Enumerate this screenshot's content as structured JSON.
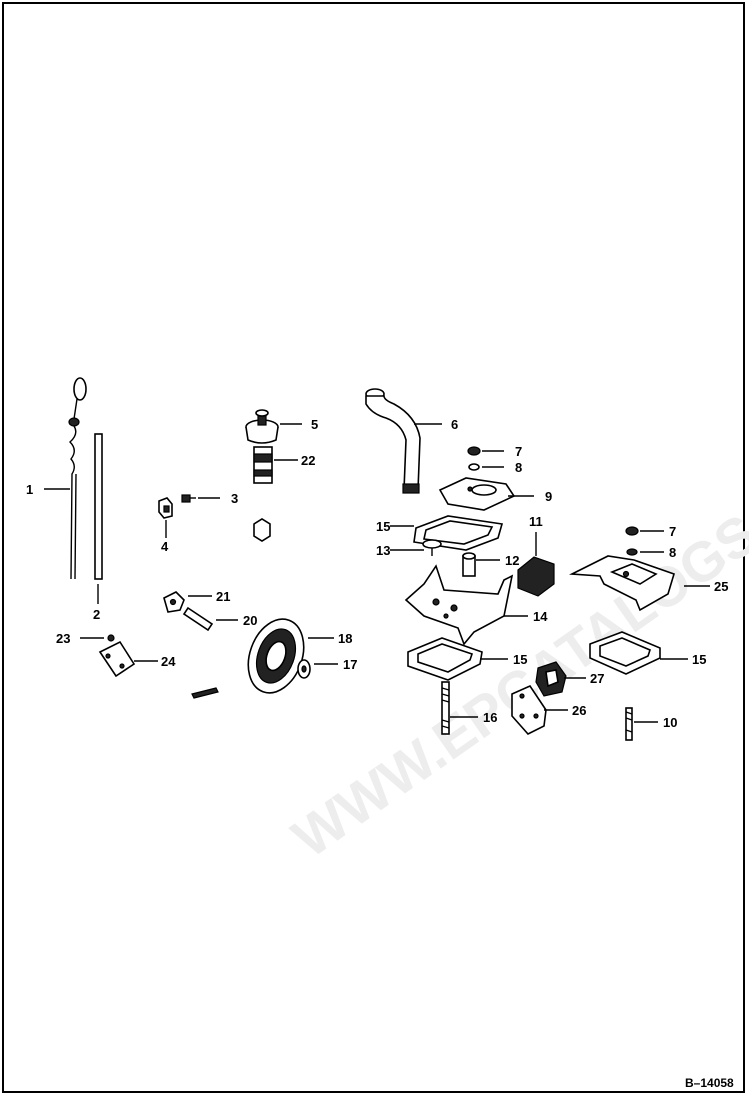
{
  "diagram": {
    "reference": "B–14058",
    "callouts": [
      "1",
      "2",
      "3",
      "4",
      "5",
      "22",
      "6",
      "7",
      "8",
      "9",
      "11",
      "12",
      "13",
      "14",
      "15",
      "16",
      "17",
      "18",
      "20",
      "21",
      "23",
      "24",
      "25",
      "26",
      "27",
      "10"
    ]
  }
}
